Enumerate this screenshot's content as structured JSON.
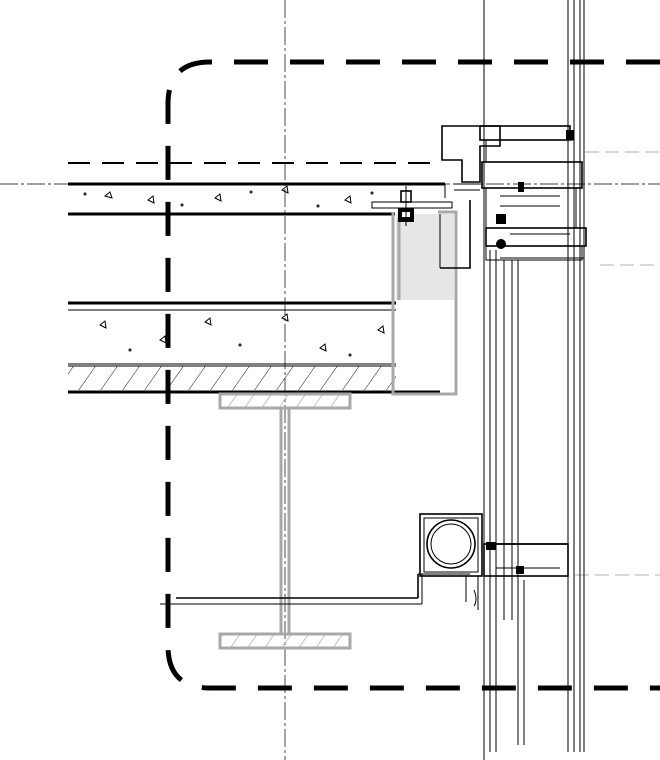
{
  "drawing": {
    "kind": "architectural-section-detail",
    "colors": {
      "linework": "#000000",
      "steel_outline": "#a8a8a8",
      "steel_fill": "#e6e6e6",
      "background": "#ffffff"
    },
    "components": [
      "detail-callout-boundary",
      "concrete-slab-upper",
      "concrete-slab-lower",
      "metal-deck",
      "steel-wide-flange-beam",
      "edge-angle",
      "curtain-wall-mullion",
      "window-frame-head",
      "window-frame-sill",
      "roller-shade-housing",
      "ceiling-soffit"
    ]
  }
}
